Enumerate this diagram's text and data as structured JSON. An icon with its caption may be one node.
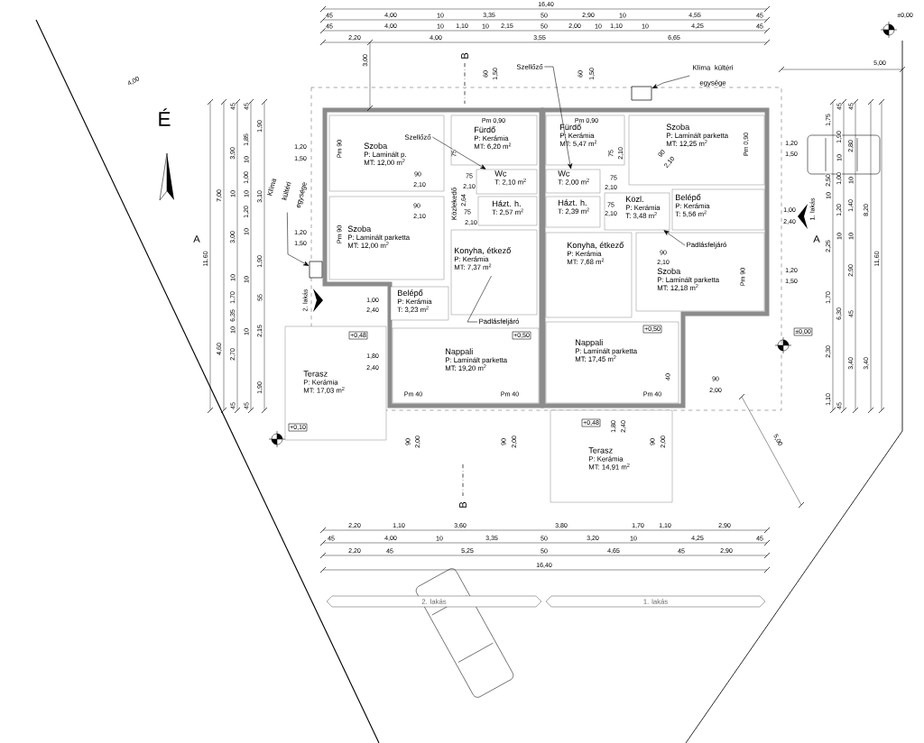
{
  "diagram": {
    "nodes": [
      {
        "text": [
          "Szoba",
          "P: Laminált p.",
          "MT: 12,00 m$^{2}$"
        ]
      },
      {
        "text": [
          "Fürdő",
          "P: Kerámia",
          "MT: 6,20 m$^{2}$"
        ]
      },
      {
        "text": [
          "Wc",
          "T: 2,10 m$^{2}$"
        ]
      },
      {
        "text": [
          "Szoba",
          "P: Laminált parketta",
          "MT: 12,00 m$^{2}$"
        ]
      },
      {
        "text": [
          "Közlekedő"
        ]
      },
      {
        "text": [
          "Házt. h.",
          "T: 2,57 m$^{2}$"
        ]
      },
      {
        "text": [
          "Konyha, étkező",
          "P: Kerámia",
          "MT: 7,37 m$^{2}$"
        ]
      },
      {
        "text": [
          "Belépő",
          "P: Kerámia",
          "T: 3,23 m$^{2}$"
        ]
      },
      {
        "text": [
          "Nappali",
          "P: Laminált parketta",
          "MT: 19,20 m$^{2}$"
        ]
      },
      {
        "text": [
          "Terasz",
          "P: Kerámia",
          "MT: 17,03 m$^{2}$"
        ]
      },
      {
        "text": [
          "Fürdő",
          "P: Kerámia",
          "MT: 5,47 m$^{2}$"
        ]
      },
      {
        "text": [
          "Szoba",
          "P: Laminált parketta",
          "MT: 12,25 m$^{2}$"
        ]
      },
      {
        "text": [
          "Wc",
          "T: 2,00 m$^{2}$"
        ]
      },
      {
        "text": [
          "Házt. h.",
          "T: 2,39 m$^{2}$"
        ]
      },
      {
        "text": [
          "Közl.",
          "P: Kerámia",
          "T: 3,48 m$^{2}$"
        ]
      },
      {
        "text": [
          "Belépő",
          "P: Kerámia",
          "T: 5,56 m$^{2}$"
        ]
      },
      {
        "text": [
          "Konyha, étkező",
          "P: Kerámia",
          "MT: 7,68 m$^{2}$"
        ]
      },
      {
        "text": [
          "Szoba",
          "P: Laminált parketta",
          "MT: 12,18 m$^{2}$"
        ]
      },
      {
        "text": [
          "Nappali",
          "P: Laminált parketta",
          "MT: 17,45 m$^{2}$"
        ]
      },
      {
        "text": [
          "Terasz",
          "P: Kerámia",
          "MT: 14,91 m$^{2}$"
        ]
      },
      {
        "text": [
          "2. lakás"
        ]
      },
      {
        "text": [
          "1. lakás"
        ]
      },
      {
        "text": [
          "Szellőző"
        ]
      },
      {
        "text": [
          "Szellőző"
        ],
        "in": 0
      },
      {
        "text": [
          "Klíma kültéri egysége"
        ]
      },
      {
        "text": [
          "Klíma kültéri egysége"
        ]
      },
      {
        "text": [
          "Padlásfeljáró"
        ]
      },
      {
        "text": [
          "Padlásfeljáró"
        ],
        "in": 17
      },
      {
        "text": [
          "+0,48"
        ],
        "in": 9
      },
      {
        "text": [
          "+0,50"
        ],
        "in": 8
      },
      {
        "text": [
          "+0,50"
        ],
        "in": 18
      },
      {
        "text": [
          "±0,00"
        ]
      },
      {
        "text": [
          "+0,48"
        ],
        "in": 19
      },
      {
        "text": [
          "+0,10"
        ],
        "in": 9
      },
      {
        "text": [],
        "shape": "box"
      },
      {
        "text": [],
        "shape": "box"
      }
    ],
    "edges": [
      {
        "from": 22,
        "to": 12,
        "arrow": "to"
      },
      {
        "from": 23,
        "to": 2,
        "arrow": "to"
      },
      {
        "from": 24,
        "to": 34,
        "arrow": "to"
      },
      {
        "from": 25,
        "to": 35,
        "arrow": "to"
      },
      {
        "from": 26,
        "to": 6,
        "arrow": "none"
      },
      {
        "from": 27,
        "to": 14,
        "arrow": "to"
      }
    ],
    "labels": [
      "16,40",
      "45",
      "4,00",
      "10",
      "3,35",
      "50",
      "2,90",
      "10",
      "4,55",
      "45",
      "45",
      "4,00",
      "10",
      "1,10",
      "10",
      "2,15",
      "50",
      "2,00",
      "10",
      "1,10",
      "10",
      "4,25",
      "45",
      "2,20",
      "4,00",
      "3,55",
      "6,65",
      "±0,00",
      "5,00",
      "4,00",
      "É",
      "3,00",
      "B",
      "60",
      "1,50",
      "60",
      "1,50",
      "Pm 0,90",
      "Pm 0,90",
      "Pm 90",
      "1,20",
      "1,50",
      "75",
      "90",
      "2,10",
      "75",
      "2,10",
      "2,64",
      "90",
      "2,10",
      "75",
      "2,10",
      "Pm 90",
      "1,20",
      "1,50",
      "75",
      "2,10",
      "90",
      "2,10",
      "Pm 0,90",
      "1,20",
      "1,50",
      "75",
      "2,10",
      "75",
      "2,10",
      "1,00",
      "2,40",
      "90",
      "2,10",
      "Pm 90",
      "1,20",
      "1,50",
      "1,00",
      "2,40",
      "1,80",
      "2,40",
      "40",
      "90",
      "2,00",
      "Pm 40",
      "Pm 40",
      "Pm 40",
      "90",
      "2,00",
      "90",
      "2,00",
      "1,80",
      "2,40",
      "90",
      "2,00",
      "5,00",
      "B",
      "A",
      "11,60",
      "7,00",
      "4,60",
      "45",
      "3,90",
      "10",
      "3,00",
      "10",
      "1,70",
      "6,35",
      "10",
      "2,70",
      "45",
      "45",
      "1,85",
      "10",
      "1,00",
      "10",
      "1,20",
      "10",
      "10",
      "10",
      "45",
      "1,90",
      "3,10",
      "1,90",
      "55",
      "2,15",
      "1,90",
      "2. lakás",
      "A",
      "1. lakás",
      "1,75",
      "2,50",
      "10",
      "2,25",
      "1,70",
      "2,30",
      "1,10",
      "45",
      "1,90",
      "10",
      "1,00",
      "1,20",
      "10",
      "6,30",
      "45",
      "45",
      "2,80",
      "10",
      "1,40",
      "10",
      "2,90",
      "45",
      "3,40",
      "8,20",
      "3,40",
      "11,60",
      "2,20",
      "1,10",
      "3,60",
      "3,80",
      "1,70",
      "1,10",
      "2,90",
      "45",
      "4,00",
      "10",
      "3,35",
      "50",
      "3,20",
      "10",
      "4,25",
      "45",
      "2,20",
      "45",
      "5,25",
      "50",
      "4,65",
      "45",
      "2,90",
      "16,40"
    ]
  }
}
